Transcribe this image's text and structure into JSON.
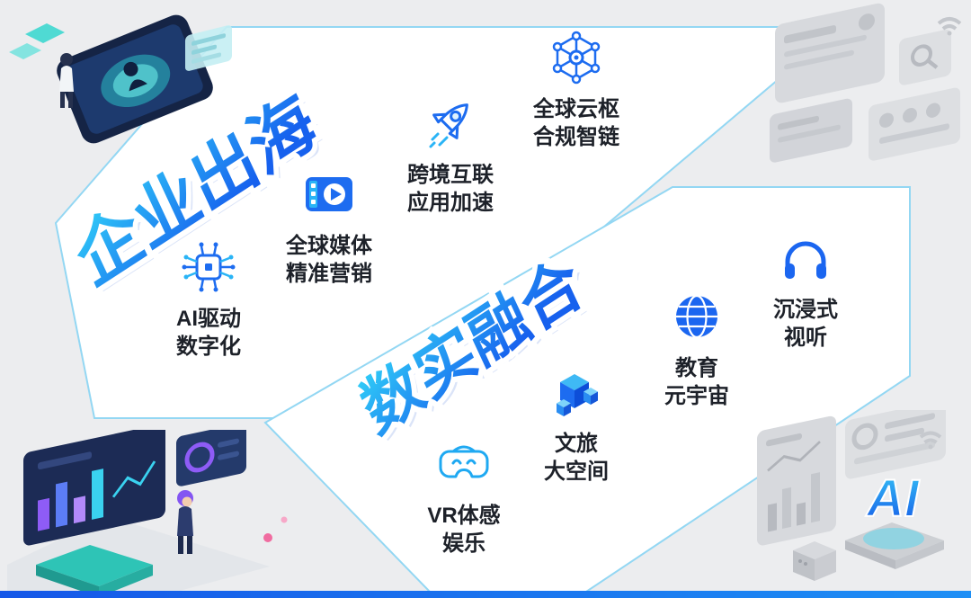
{
  "colors": {
    "background": "#ecedef",
    "panel_fill": "#ffffff",
    "panel_border": "#93d7f3",
    "icon_blue": "#1d6cf0",
    "icon_light_blue": "#2ab4f6",
    "title_gradient_top": "#2fc8f7",
    "title_gradient_bottom": "#1761ee",
    "label_text": "#1d2129",
    "bottom_bar_blue": "#1557e8"
  },
  "sections": [
    {
      "title": "企业出海",
      "items": [
        {
          "icon": "ai-chip-icon",
          "line1": "AI驱动",
          "line2": "数字化"
        },
        {
          "icon": "film-player-icon",
          "line1": "全球媒体",
          "line2": "精准营销"
        },
        {
          "icon": "rocket-icon",
          "line1": "跨境互联",
          "line2": "应用加速"
        },
        {
          "icon": "network-nodes-icon",
          "line1": "全球云枢",
          "line2": "合规智链"
        }
      ]
    },
    {
      "title": "数实融合",
      "items": [
        {
          "icon": "vr-headset-icon",
          "line1": "VR体感",
          "line2": "娱乐"
        },
        {
          "icon": "iso-cubes-icon",
          "line1": "文旅",
          "line2": "大空间"
        },
        {
          "icon": "globe-icon",
          "line1": "教育",
          "line2": "元宇宙"
        },
        {
          "icon": "headphones-icon",
          "line1": "沉浸式",
          "line2": "视听"
        }
      ]
    }
  ],
  "decorations": {
    "ai_label": "AI"
  }
}
